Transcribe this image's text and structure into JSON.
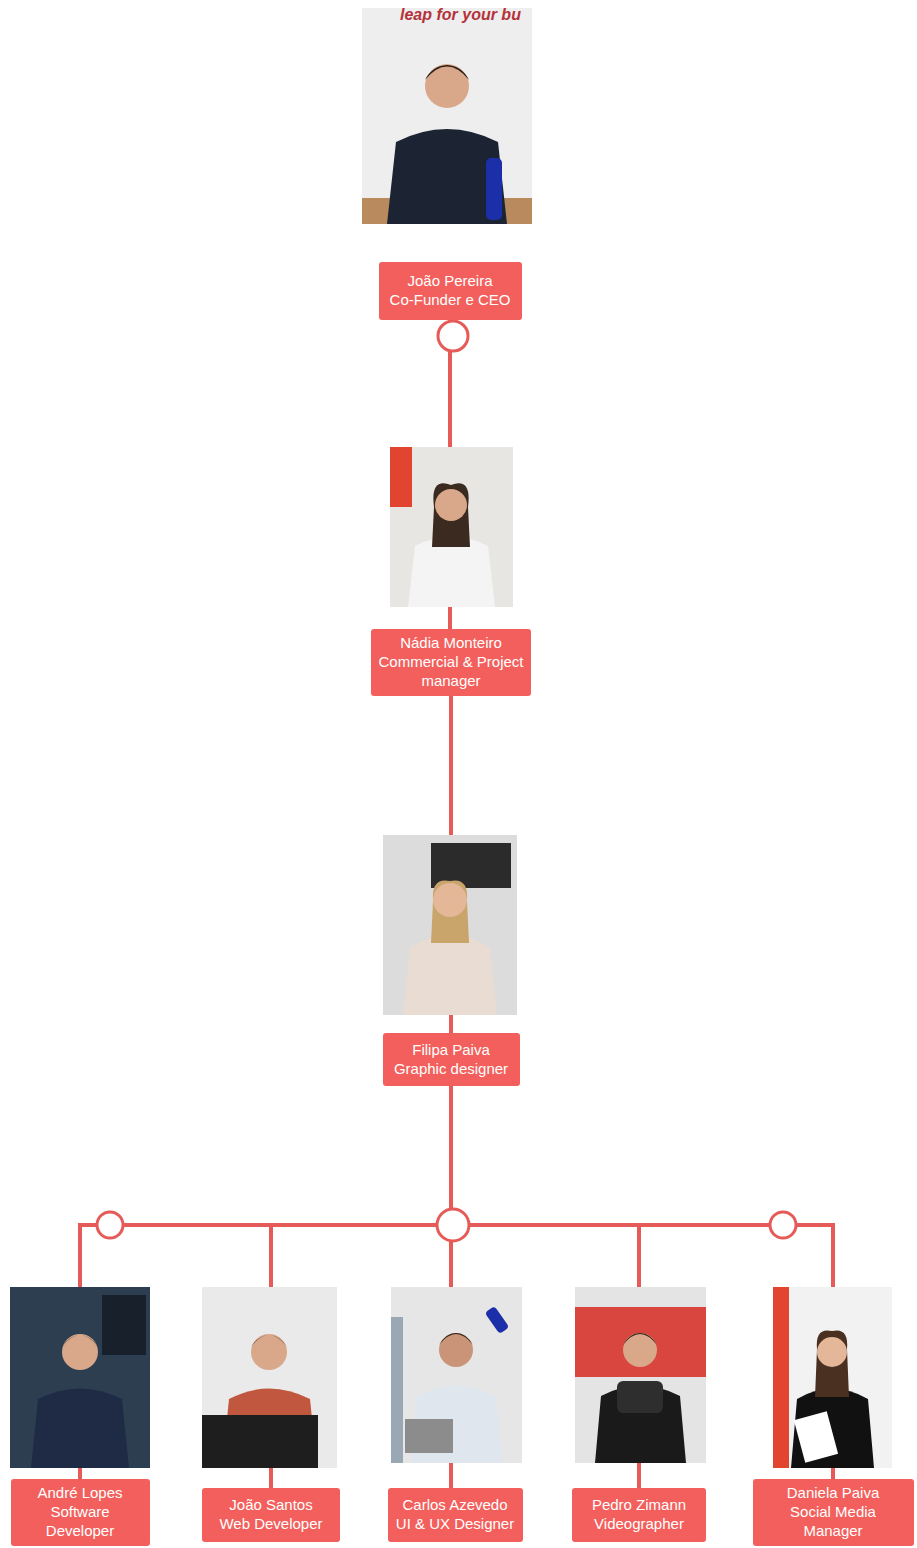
{
  "diagram": {
    "nodes": [
      {
        "text": [
          "João Pereira",
          "Co-Funder e CEO"
        ]
      },
      {
        "text": [
          "Nádia Monteiro",
          "Commercial & Project manager"
        ]
      },
      {
        "text": [
          "Filipa Paiva",
          "Graphic designer"
        ]
      },
      {
        "text": [
          "André Lopes",
          "Software Developer"
        ]
      },
      {
        "text": [
          "João Santos",
          "Web Developer"
        ]
      },
      {
        "text": [
          "Carlos Azevedo",
          "UI & UX Designer"
        ]
      },
      {
        "text": [
          "Pedro Zimann",
          "Videographer"
        ]
      },
      {
        "text": [
          "Daniela Paiva",
          "Social Media Manager"
        ]
      }
    ],
    "edges": [
      {
        "from": 0,
        "to": 1,
        "arrow": "none"
      },
      {
        "from": 1,
        "to": 2,
        "arrow": "none"
      },
      {
        "from": 2,
        "to": 3,
        "arrow": "none"
      },
      {
        "from": 2,
        "to": 4,
        "arrow": "none"
      },
      {
        "from": 2,
        "to": 5,
        "arrow": "none"
      },
      {
        "from": 2,
        "to": 6,
        "arrow": "none"
      },
      {
        "from": 2,
        "to": 7,
        "arrow": "none"
      }
    ],
    "labels": [
      "leap for your bu"
    ]
  }
}
